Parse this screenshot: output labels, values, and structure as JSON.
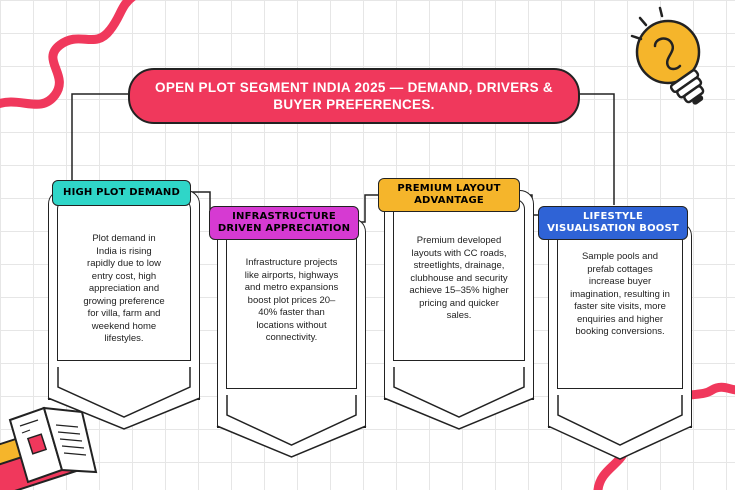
{
  "title": "OPEN PLOT SEGMENT INDIA 2025 — DEMAND, DRIVERS & BUYER PREFERENCES.",
  "cards": [
    {
      "label": "HIGH PLOT DEMAND",
      "label_color": "#2fd6c8",
      "text": "Plot demand in India is rising rapidly due to low entry cost, high appreciation and growing preference for villa, farm and weekend home lifestyles."
    },
    {
      "label": "INFRASTRUCTURE DRIVEN APPRECIATION",
      "label_color": "#d63ad2",
      "text": "Infrastructure projects like airports, highways and metro expansions boost plot prices 20–40% faster than locations without connectivity."
    },
    {
      "label": "PREMIUM LAYOUT ADVANTAGE",
      "label_color": "#f5b52b",
      "text": "Premium developed layouts with CC roads, streetlights, drainage, clubhouse and security achieve 15–35% higher pricing and quicker sales."
    },
    {
      "label": "LIFESTYLE VISUALISATION BOOST",
      "label_color": "#2f63d6",
      "text": "Sample pools and prefab cottages increase buyer imagination, resulting in faster site visits, more enquiries and higher booking conversions."
    }
  ],
  "colors": {
    "title_bg": "#f0385c",
    "accent_squiggle": "#f0385c",
    "bulb": "#f5b52b"
  },
  "icons": [
    "lightbulb-icon",
    "open-book-icon"
  ]
}
